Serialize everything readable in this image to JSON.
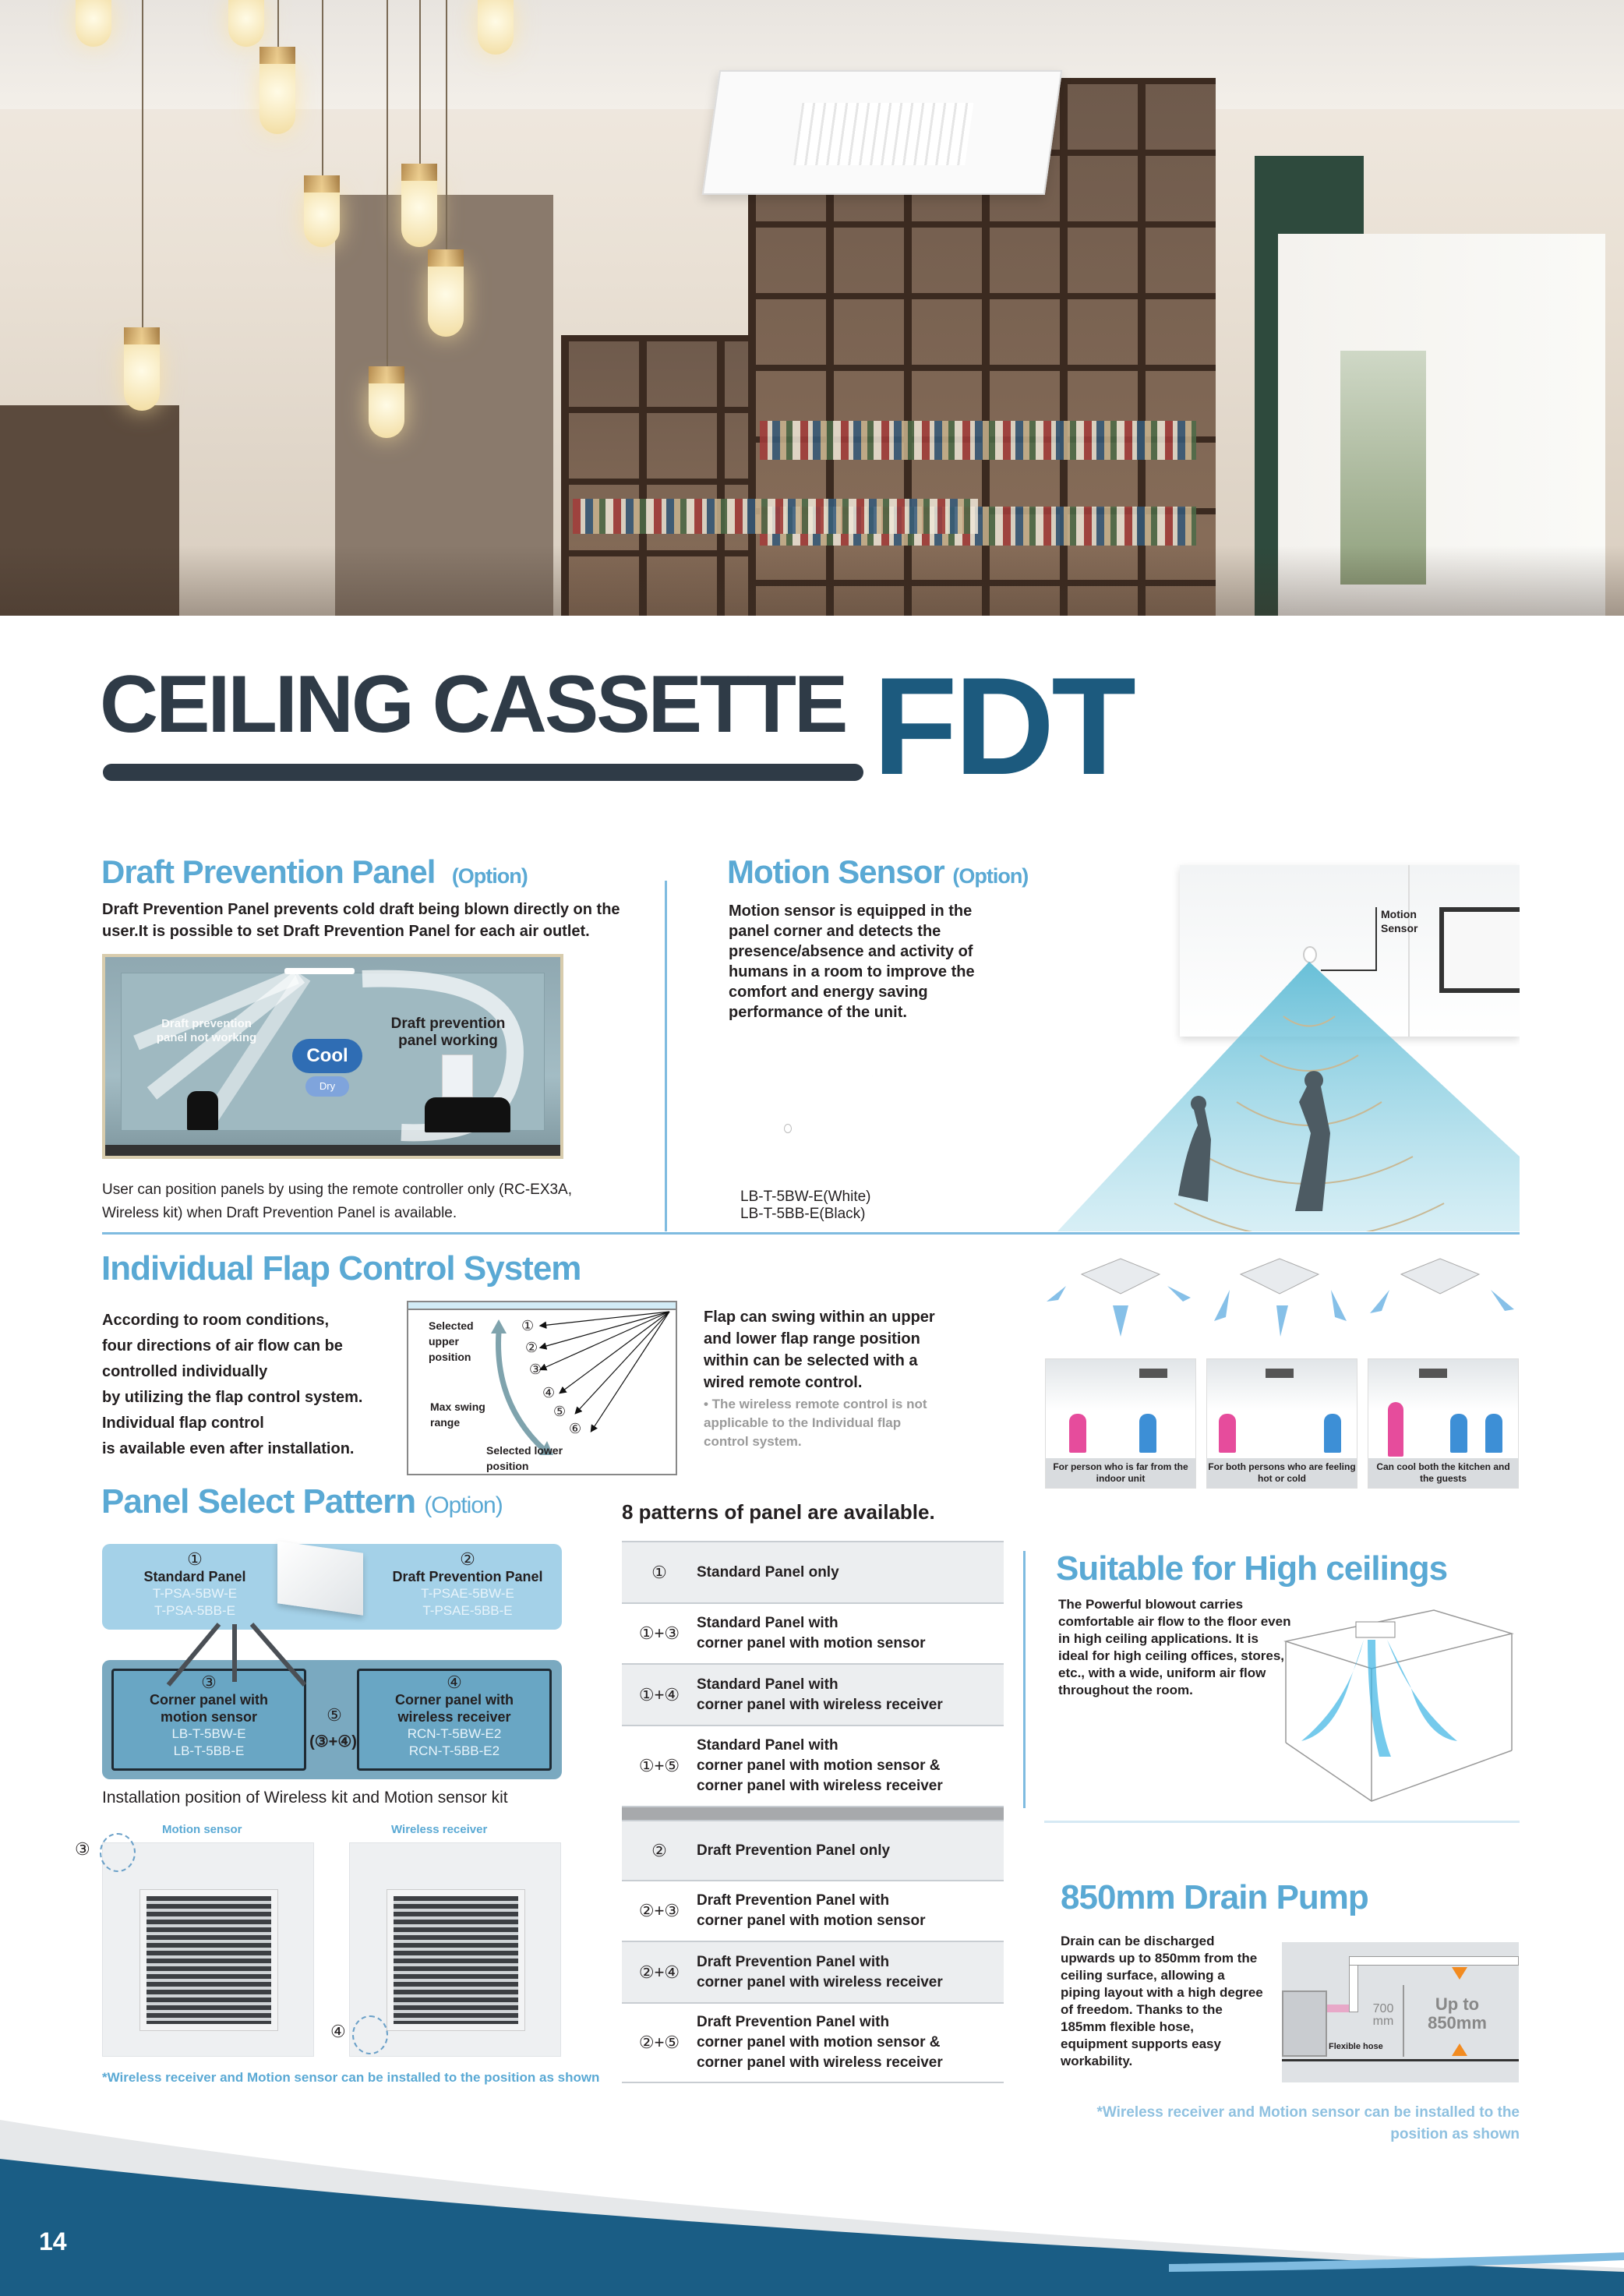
{
  "title": {
    "main": "CEILING CASSETTE",
    "model": "FDT"
  },
  "draft": {
    "heading": "Draft Prevention Panel",
    "option": "(Option)",
    "body": "Draft Prevention Panel prevents cold draft being blown directly on the user.It is possible to set Draft Prevention Panel for each air outlet.",
    "label_not_working": "Draft prevention panel not working",
    "label_working": "Draft prevention panel working",
    "mode_cool": "Cool",
    "mode_dry": "Dry",
    "note": "User can position panels by using the remote controller only (RC-EX3A, Wireless kit) when Draft Prevention Panel is available."
  },
  "motion": {
    "heading": "Motion Sensor",
    "option": "(Option)",
    "body": "Motion sensor is equipped in the panel corner and detects the presence/absence and activity of humans in a room to improve the comfort and energy saving performance of the unit.",
    "models": [
      "LB-T-5BW-E(White)",
      "LB-T-5BB-E(Black)"
    ],
    "callout": "Motion Sensor"
  },
  "flap": {
    "heading": "Individual Flap Control System",
    "left_lines": [
      "According to room conditions,",
      "four directions of air flow can be",
      "controlled individually",
      "by utilizing the flap control system.",
      "Individual flap control",
      "is available even after installation."
    ],
    "diagram": {
      "upper": "Selected upper position",
      "max": "Max swing range",
      "lower": "Selected lower position",
      "positions": [
        "①",
        "②",
        "③",
        "④",
        "⑤",
        "⑥"
      ]
    },
    "right": "Flap can swing within an upper and lower flap range position within can be selected with a wired remote control.",
    "right_note": "• The wireless remote control is not applicable to the Individual flap control system.",
    "scenes": [
      "For person who is far from the indoor unit",
      "For both persons who are feeling hot or cold",
      "Can cool both the kitchen and the guests"
    ]
  },
  "panel": {
    "heading": "Panel Select Pattern",
    "option": "(Option)",
    "boxes": [
      {
        "num": "①",
        "name": "Standard Panel",
        "models": [
          "T-PSA-5BW-E",
          "T-PSA-5BB-E"
        ]
      },
      {
        "num": "②",
        "name": "Draft Prevention Panel",
        "models": [
          "T-PSAE-5BW-E",
          "T-PSAE-5BB-E"
        ]
      },
      {
        "num": "③",
        "name": "Corner panel with motion sensor",
        "models": [
          "LB-T-5BW-E",
          "LB-T-5BB-E"
        ]
      },
      {
        "num": "④",
        "name": "Corner panel with wireless receiver",
        "models": [
          "RCN-T-5BW-E2",
          "RCN-T-5BB-E2"
        ]
      }
    ],
    "combo_num": "⑤",
    "combo": "(③+④)",
    "install_title": "Installation position of Wireless kit and Motion sensor kit",
    "label_motion": "Motion sensor",
    "label_wireless": "Wireless receiver",
    "marker_motion": "③",
    "marker_wireless": "④",
    "footnote": "*Wireless receiver and Motion sensor can be installed to the position as shown"
  },
  "patterns": {
    "title": "8 patterns of panel are available.",
    "rows": [
      {
        "num": "①",
        "text": [
          "Standard Panel only"
        ]
      },
      {
        "num": "①+③",
        "text": [
          "Standard Panel with",
          "corner panel with motion sensor"
        ]
      },
      {
        "num": "①+④",
        "text": [
          "Standard Panel with",
          "corner panel with wireless receiver"
        ]
      },
      {
        "num": "①+⑤",
        "text": [
          "Standard Panel with",
          "corner panel with motion sensor &",
          "corner panel with wireless receiver"
        ]
      },
      {
        "num": "②",
        "text": [
          "Draft Prevention Panel only"
        ]
      },
      {
        "num": "②+③",
        "text": [
          "Draft Prevention Panel with",
          "corner panel with motion sensor"
        ]
      },
      {
        "num": "②+④",
        "text": [
          "Draft Prevention Panel with",
          "corner panel with wireless receiver"
        ]
      },
      {
        "num": "②+⑤",
        "text": [
          "Draft Prevention Panel with",
          "corner panel with motion sensor &",
          "corner panel with wireless receiver"
        ]
      }
    ]
  },
  "high": {
    "heading": "Suitable for High ceilings",
    "body": "The Powerful blowout carries comfortable air flow to the floor even in high ceiling applications. It is ideal for high ceiling offices, stores, etc., with a wide, uniform air flow throughout the room."
  },
  "drain": {
    "heading": "850mm Drain Pump",
    "body": "Drain can be discharged upwards up to 850mm from the ceiling surface, allowing a piping layout with a high degree of freedom. Thanks to the 185mm flexible hose, equipment supports easy workability.",
    "dim_700": "700 mm",
    "up_to": "Up to 850mm",
    "hose": "Flexible hose",
    "footnote": "*Wireless receiver and Motion sensor can be installed to the position as shown"
  },
  "footer": {
    "page": "14"
  },
  "colors": {
    "accent": "#5aa9d4",
    "brand": "#1c5a7e",
    "orange": "#f28b20"
  }
}
